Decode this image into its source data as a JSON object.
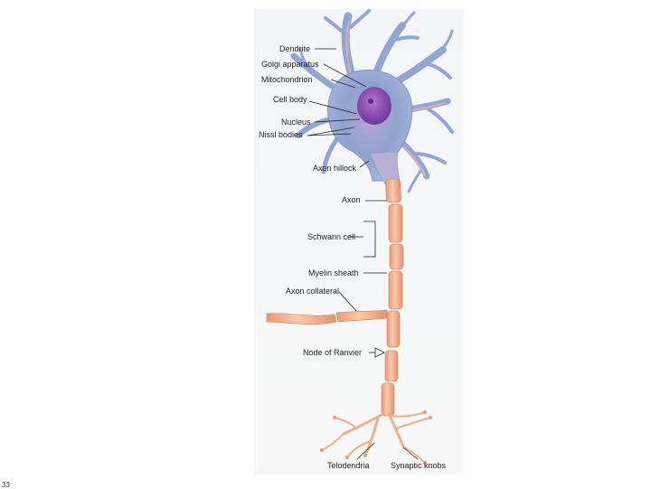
{
  "labels": {
    "dendrite": "Dendrite",
    "golgi": "Golgi apparatus",
    "mitochondrion": "Mitochondrion",
    "cell_body": "Cell body",
    "nucleus": "Nucleus",
    "nissl": "Nissl bodies",
    "axon_hillock": "Axon hillock",
    "axon": "Axon",
    "schwann": "Schwann cell",
    "myelin": "Myelin sheath",
    "axon_collateral": "Axon collateral",
    "ranvier": "Node of Ranvier",
    "telodendria": "Telodendria",
    "synaptic_knobs": "Synaptic knobs"
  },
  "page_number": "33",
  "colors": {
    "soma": "#8ea2cf",
    "nucleus": "#8e4fb0",
    "myelin": "#f2b28e",
    "leader": "#222222"
  }
}
